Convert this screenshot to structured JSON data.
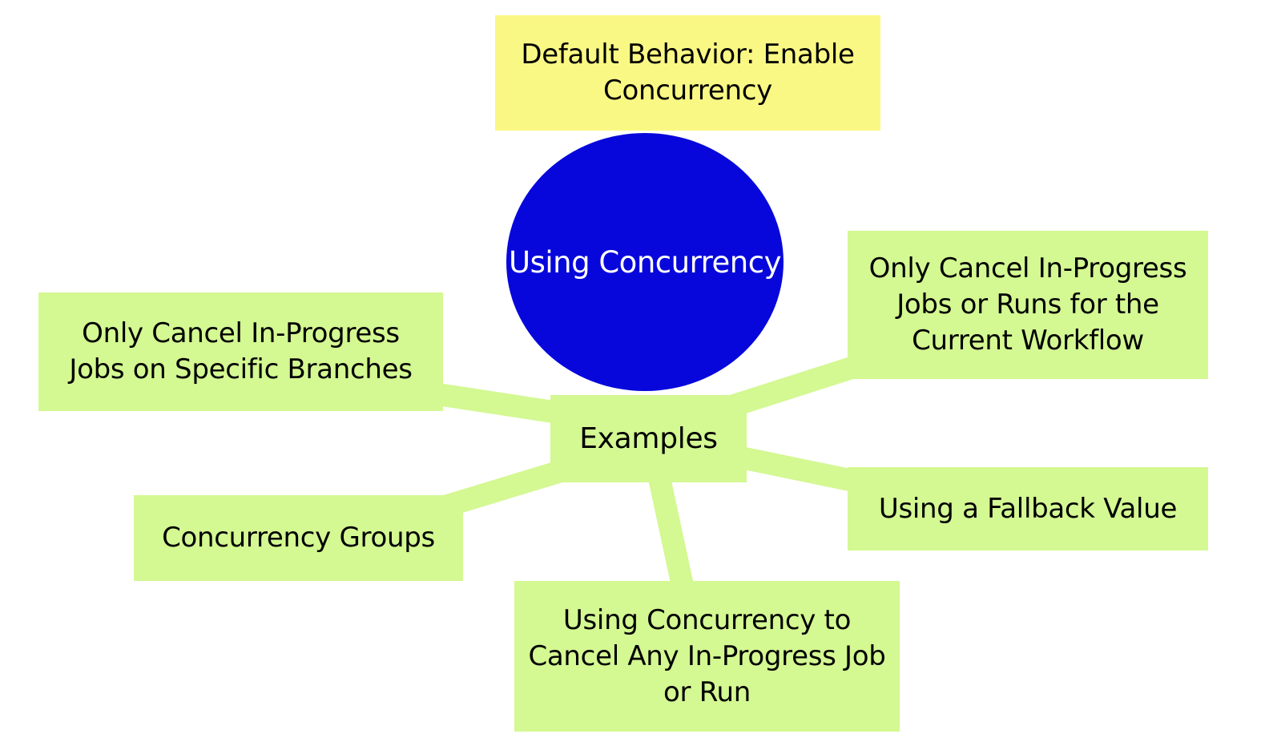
{
  "diagram": {
    "type": "mind-map",
    "title": "Using Concurrency",
    "colors": {
      "bg": "#ffffff",
      "green": "#d4f892",
      "yellow": "#faf884",
      "blue": "#0707dc",
      "text": "#000000",
      "text_on_blue": "#ffffff"
    },
    "nodes": {
      "default_behavior": {
        "label": "Default Behavior: Enable\nConcurrency"
      },
      "center": {
        "label": "Using Concurrency"
      },
      "examples": {
        "label": "Examples"
      },
      "branches": {
        "label": "Only Cancel In-Progress\nJobs on Specific Branches"
      },
      "workflow": {
        "label": "Only Cancel In-Progress\nJobs or Runs for the\nCurrent Workflow"
      },
      "groups": {
        "label": "Concurrency Groups"
      },
      "fallback": {
        "label": "Using a Fallback Value"
      },
      "cancel_any": {
        "label": "Using Concurrency to\nCancel Any In-Progress Job\nor Run"
      }
    },
    "edges": [
      {
        "from": "examples",
        "to": "branches"
      },
      {
        "from": "examples",
        "to": "groups"
      },
      {
        "from": "examples",
        "to": "workflow"
      },
      {
        "from": "examples",
        "to": "fallback"
      },
      {
        "from": "examples",
        "to": "cancel_any"
      }
    ]
  }
}
